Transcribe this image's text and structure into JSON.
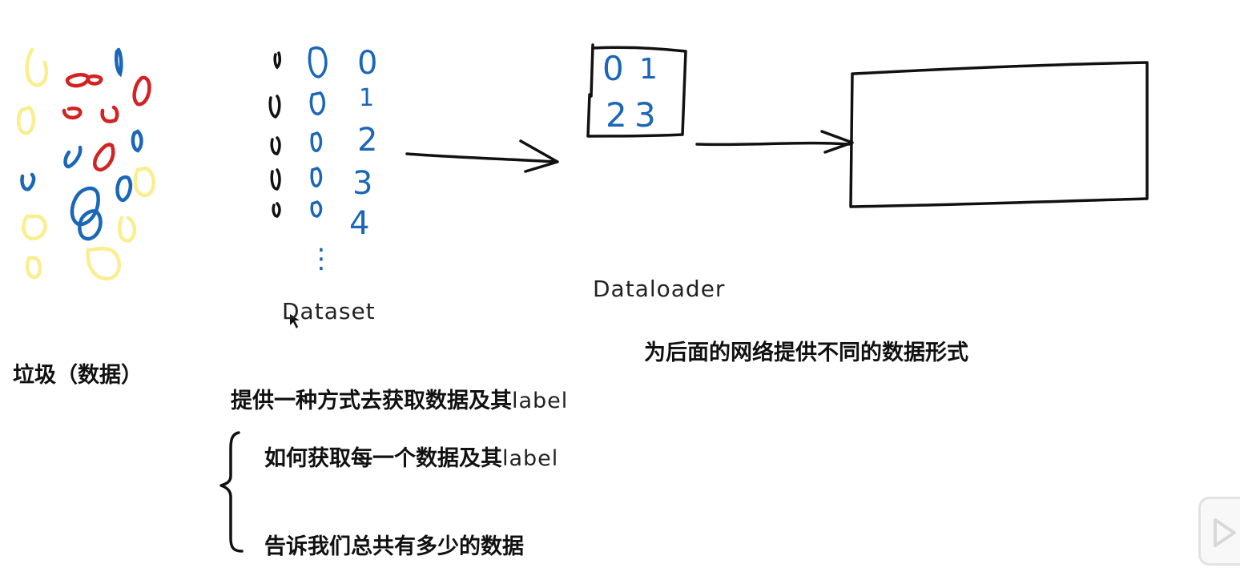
{
  "labels": {
    "dataset": "Dataset",
    "dataloader": "Dataloader",
    "garbage": "垃圾（数据）",
    "dataloader_desc": "为后面的网络提供不同的数据形式",
    "dataset_desc_cn": "提供一种方式去获取数据及其",
    "dataset_desc_lat": "label",
    "brace_item1_cn": "如何获取每一个数据及其",
    "brace_item1_lat": "label",
    "brace_item2": "告诉我们总共有多少的数据"
  },
  "dataset_sketch": {
    "index_column": [
      "0",
      "1",
      "2",
      "3",
      "4",
      "⋮"
    ]
  },
  "dataloader_sketch": {
    "grid": [
      "0",
      "1",
      "2",
      "3"
    ]
  },
  "colors": {
    "ink": "#111111",
    "blue": "#1a66b8",
    "red": "#d32222",
    "yellow": "#fbee8e"
  },
  "icons": {
    "video_overlay": "play-icon"
  }
}
